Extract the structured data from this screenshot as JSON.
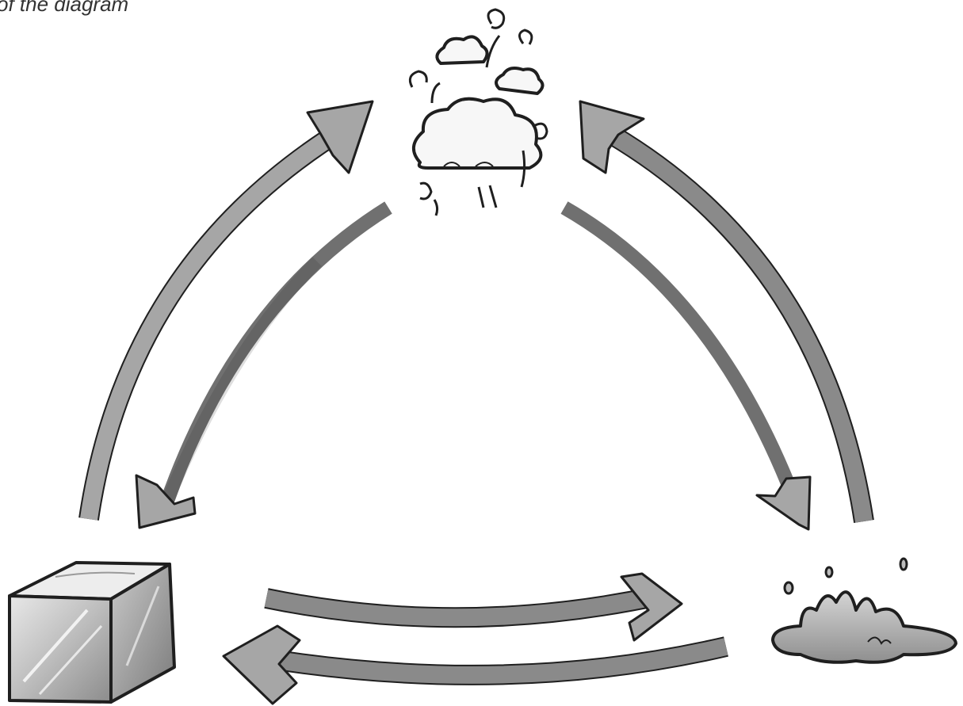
{
  "caption": "of the diagram",
  "nodes": [
    {
      "id": "solid",
      "icon": "ice-cube-icon"
    },
    {
      "id": "gas",
      "icon": "steam-cloud-icon"
    },
    {
      "id": "liquid",
      "icon": "water-puddle-icon"
    }
  ],
  "colors": {
    "arrow_light": "#a6a6a6",
    "arrow_dark": "#707070",
    "outline": "#1f1f1f",
    "fill_light": "#f2f2f2",
    "cube_shade": "#9a9a9a"
  }
}
